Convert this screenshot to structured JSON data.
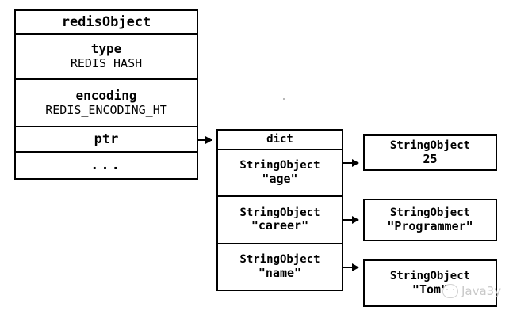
{
  "diagram": {
    "redis_object": {
      "title": "redisObject",
      "fields": [
        {
          "name": "type",
          "value": "REDIS_HASH"
        },
        {
          "name": "encoding",
          "value": "REDIS_ENCODING_HT"
        },
        {
          "name": "ptr",
          "value": ""
        },
        {
          "name": "...",
          "value": ""
        }
      ]
    },
    "dict": {
      "title": "dict",
      "entries": [
        {
          "key_type": "StringObject",
          "key": "\"age\""
        },
        {
          "key_type": "StringObject",
          "key": "\"career\""
        },
        {
          "key_type": "StringObject",
          "key": "\"name\""
        }
      ]
    },
    "values": [
      {
        "type": "StringObject",
        "value": "25"
      },
      {
        "type": "StringObject",
        "value": "\"Programmer\""
      },
      {
        "type": "StringObject",
        "value": "\"Tom\""
      }
    ],
    "watermark": "Java3y",
    "colors": {
      "stroke": "#000000",
      "background": "#ffffff",
      "watermark": "#c9c9c9"
    }
  }
}
